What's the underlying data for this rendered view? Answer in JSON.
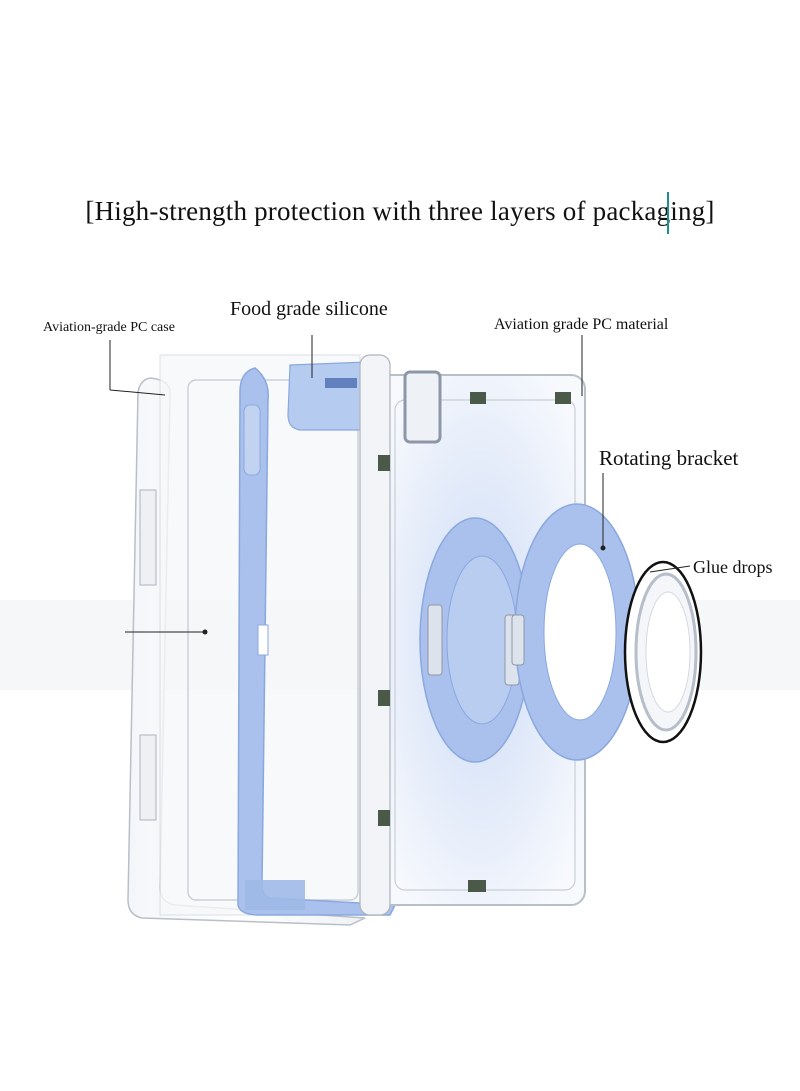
{
  "headline": "[High-strength protection with three layers of packaging]",
  "labels": {
    "pc_case": "Aviation-grade PC case",
    "silicone": "Food grade silicone",
    "pc_material": "Aviation grade PC material",
    "bracket": "Rotating bracket",
    "glue": "Glue drops"
  },
  "colors": {
    "silicone_blue": "#a9c1ec",
    "silicone_dark": "#8aa8de",
    "clear_edge": "#c9ced6",
    "background": "#ffffff"
  }
}
